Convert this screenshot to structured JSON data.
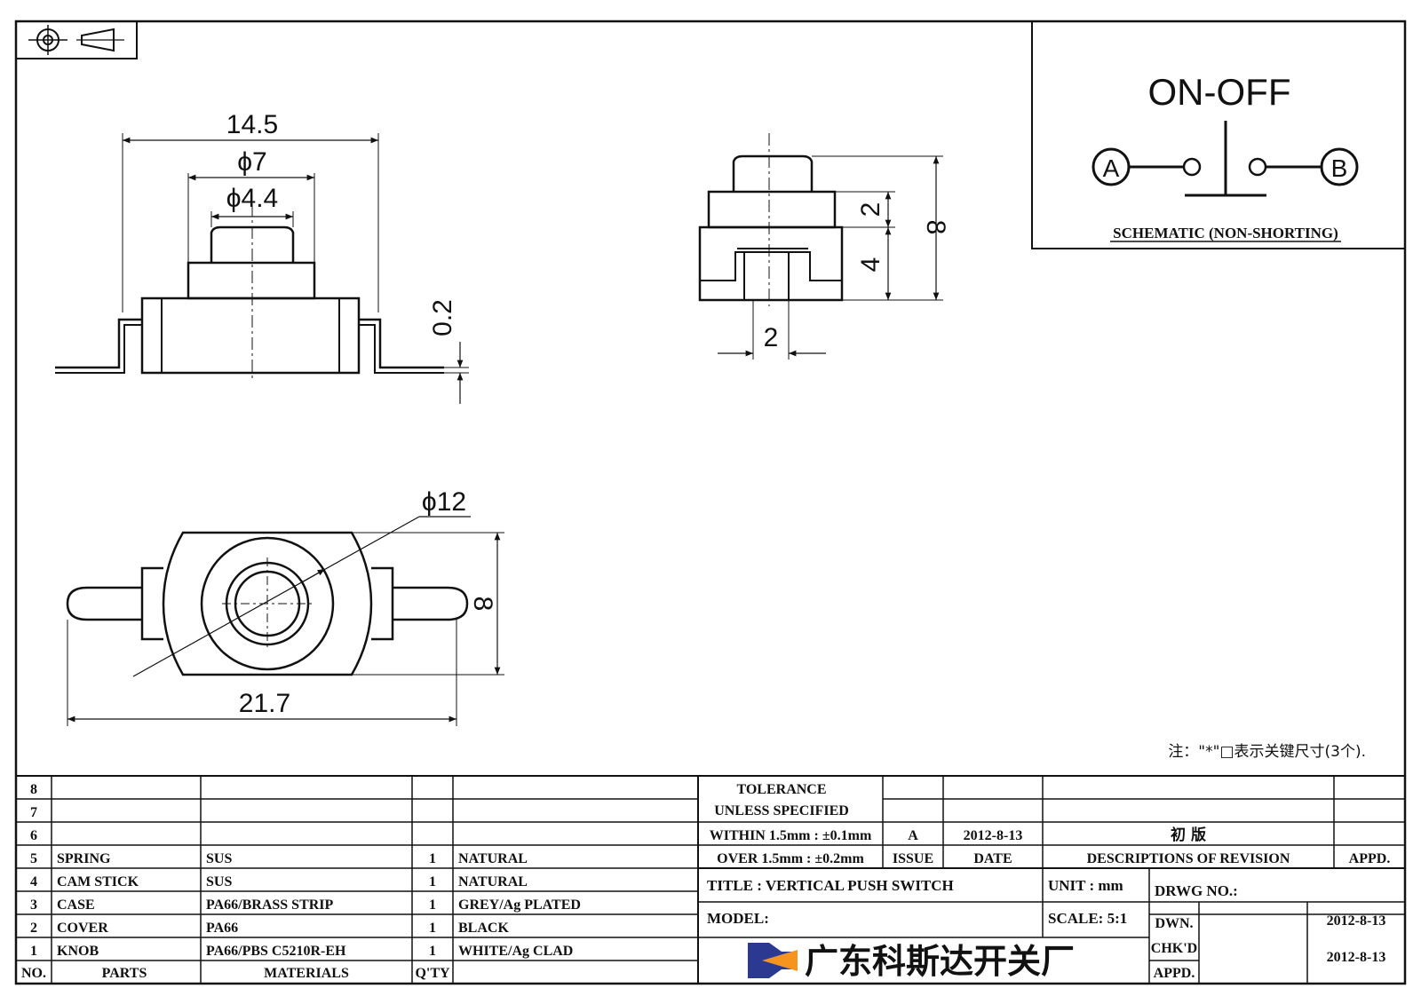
{
  "schematic": {
    "title": "ON-OFF",
    "terminal_a": "A",
    "terminal_b": "B",
    "caption": "SCHEMATIC (NON-SHORTING)"
  },
  "dimensions": {
    "width_14_5": "14.5",
    "dia_7": "ϕ7",
    "dia_4_4": "ϕ4.4",
    "thick_0_2": "0.2",
    "height_2": "2",
    "height_4": "4",
    "height_8_side": "8",
    "slot_2": "2",
    "dia_12": "ϕ12",
    "height_8_top": "8",
    "length_21_7": "21.7"
  },
  "note": "注：\"*\"□表示关键尺寸(3个).",
  "bom": {
    "rows": [
      {
        "no": "8",
        "part": "",
        "material": "",
        "qty": "",
        "finish": ""
      },
      {
        "no": "7",
        "part": "",
        "material": "",
        "qty": "",
        "finish": ""
      },
      {
        "no": "6",
        "part": "",
        "material": "",
        "qty": "",
        "finish": ""
      },
      {
        "no": "5",
        "part": "SPRING",
        "material": "SUS",
        "qty": "1",
        "finish": "NATURAL"
      },
      {
        "no": "4",
        "part": "CAM STICK",
        "material": "SUS",
        "qty": "1",
        "finish": "NATURAL"
      },
      {
        "no": "3",
        "part": "CASE",
        "material": "PA66/BRASS STRIP",
        "qty": "1",
        "finish": "GREY/Ag PLATED"
      },
      {
        "no": "2",
        "part": "COVER",
        "material": "PA66",
        "qty": "1",
        "finish": "BLACK"
      },
      {
        "no": "1",
        "part": "KNOB",
        "material": "PA66/PBS C5210R-EH",
        "qty": "1",
        "finish": "WHITE/Ag CLAD"
      }
    ],
    "headers": {
      "no": "NO.",
      "parts": "PARTS",
      "materials": "MATERIALS",
      "qty": "Q'TY"
    }
  },
  "title_block": {
    "tolerance_1": "TOLERANCE",
    "tolerance_2": "UNLESS  SPECIFIED",
    "within": "WITHIN 1.5mm : ±0.1mm",
    "over": "OVER 1.5mm : ±0.2mm",
    "issue_value": "A",
    "date_value": "2012-8-13",
    "revision_value": "初 版",
    "issue_label": "ISSUE",
    "date_label": "DATE",
    "desc_label": "DESCRIPTIONS OF REVISION",
    "appd_label": "APPD.",
    "title": "TITLE :  VERTICAL PUSH SWITCH",
    "unit": "UNIT :  mm",
    "drwg_no": "DRWG NO.:",
    "model": "MODEL:",
    "scale": "SCALE:  5:1",
    "dwn": "DWN.",
    "dwn_date": "2012-8-13",
    "chkd": "CHK'D",
    "chkd_date": "2012-8-13",
    "appd": "APPD.",
    "company": "广东科斯达开关厂"
  },
  "colors": {
    "logo_blue": "#2b3990",
    "logo_orange": "#f7941d",
    "line": "#111111"
  }
}
